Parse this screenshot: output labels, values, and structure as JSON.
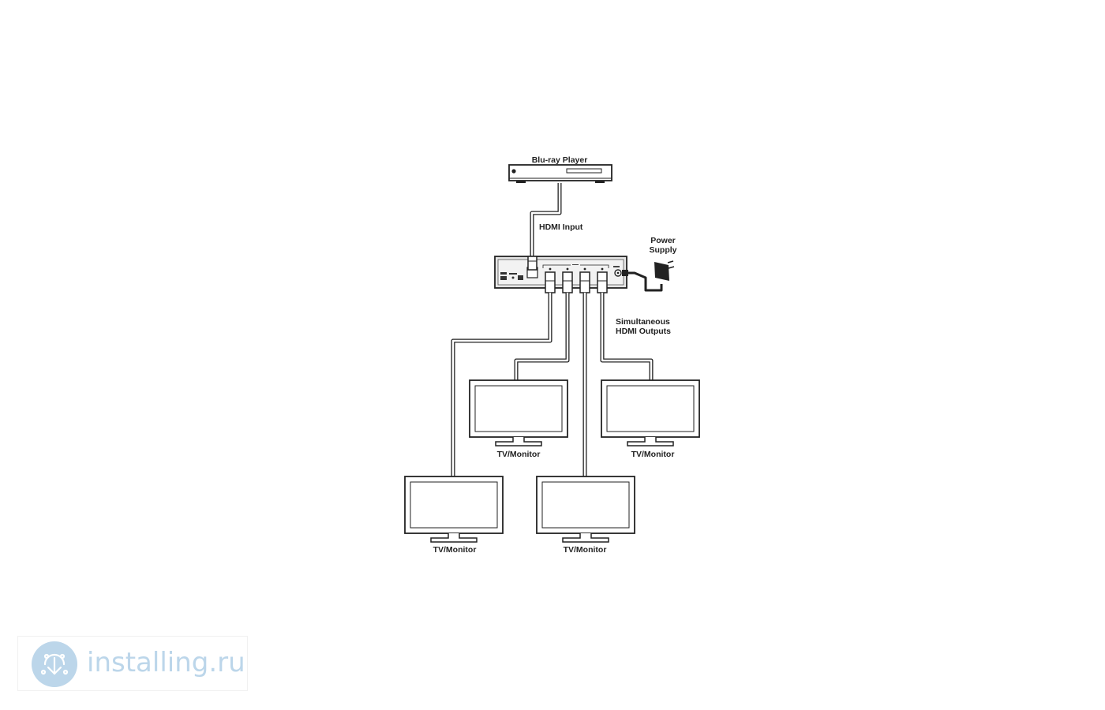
{
  "labels": {
    "bluray": "Blu-ray Player",
    "hdmi_input": "HDMI Input",
    "power_line1": "Power",
    "power_line2": "Supply",
    "outputs_line1": "Simultaneous",
    "outputs_line2": "HDMI Outputs",
    "tv_top_left": "TV/Monitor",
    "tv_top_right": "TV/Monitor",
    "tv_bottom_left": "TV/Monitor",
    "tv_bottom_right": "TV/Monitor"
  },
  "watermark": {
    "text": "installing.ru",
    "color": "#bcd6ea",
    "icon": "installing-logo-icon"
  },
  "colors": {
    "stroke": "#222222",
    "device_fill": "#e6e6e6",
    "background": "#ffffff"
  }
}
